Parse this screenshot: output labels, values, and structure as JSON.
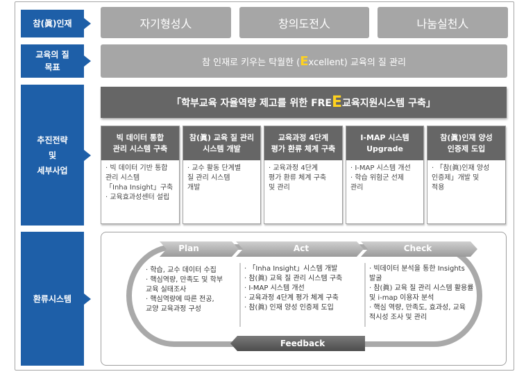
{
  "rows": {
    "talent": {
      "label": "참(眞)인재",
      "values": [
        "자기형성人",
        "창의도전人",
        "나눔실천人"
      ]
    },
    "goal": {
      "label": "교육의 질\n목표",
      "text_before": "참 인재로 키우는 탁월한 (",
      "highlight": "E",
      "text_after": "xcellent) 교육의 질 관리"
    },
    "strategy": {
      "label": "추진전략\n및\n세부사업",
      "title_before": "「학부교육 자율역량 제고를 위한 FRE",
      "title_highlight": "E",
      "title_after": " 교육지원시스템 구축」",
      "cards": [
        {
          "head": "빅 데이터 통합\n관리 시스템 구축",
          "body": "· 빅 데이터 기반 통합\n 관리 시스템\n 「Inha Insight」구축\n· 교육효과성센터 설립"
        },
        {
          "head": "참(眞) 교육 질 관리\n시스템 개발",
          "body": "· 교수 활동 단계별\n 질 관리 시스템\n 개발"
        },
        {
          "head": "교육과정 4단계\n평가 환류 체계 구축",
          "body": "· 교육과정 4단계\n 평가 환류 체계 구축\n 및 관리"
        },
        {
          "head": "I-MAP 시스템\nUpgrade",
          "body": "· I-MAP 시스템 개선\n· 학습 위험군 선제\n 관리"
        },
        {
          "head": "참(眞)인재 양성\n인증제 도입",
          "body": "· 「참(眞)인재 양성\n 인증제」개발 및\n 적용"
        }
      ]
    },
    "feedback": {
      "label": "환류시스템",
      "stages": [
        "Plan",
        "Act",
        "Check",
        "Feedback"
      ],
      "plan": "· 학습, 교수 데이터 수집\n· 핵심역량, 만족도 및 학부\n 교육 실태조사\n· 핵심역량에 따른 전공,\n 교양 교육과정 구성",
      "act": "· 「Inha Insight」시스템 개발\n· 참(眞) 교육 질 관리 시스템 구축\n· I-MAP 시스템 개선\n· 교육과정 4단계 평가 체계 구축\n· 참(眞) 인재 양성 인증제 도입",
      "check": "· 빅데이터 분석을 통한 Insights\n 발굴\n· 참(眞) 교육 질 관리 시스템 활용률\n 및 i-map 이용자 분석\n· 핵심 역량, 만족도, 효과성, 교육\n 적시성 조사 및 관리"
    }
  },
  "colors": {
    "blue": "#1e5fa8",
    "grey": "#a6a6a6",
    "dark": "#666666",
    "highlight": "#ffd21f"
  }
}
